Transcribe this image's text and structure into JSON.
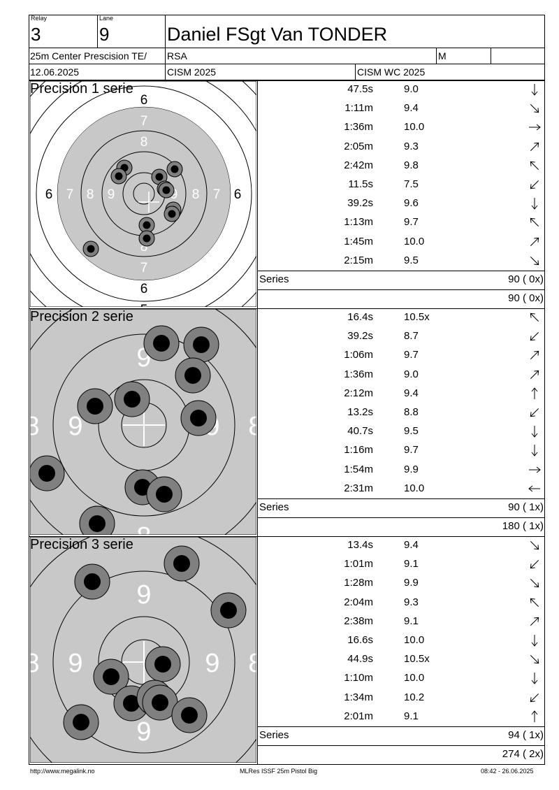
{
  "header": {
    "relay_label": "Relay",
    "relay_value": "3",
    "lane_label": "Lane",
    "lane_value": "9",
    "shooter_name": "Daniel FSgt Van TONDER",
    "event": "25m Center Prescision TE/",
    "nation": "RSA",
    "gender": "M",
    "date": "12.06.2025",
    "competition": "CISM 2025",
    "match": "CISM WC 2025"
  },
  "series": [
    {
      "title": "Precision 1 serie",
      "shots": [
        {
          "time": "47.5s",
          "score": "9.0",
          "dir": "down"
        },
        {
          "time": "1:11m",
          "score": "9.4",
          "dir": "down-right"
        },
        {
          "time": "1:36m",
          "score": "10.0",
          "dir": "right"
        },
        {
          "time": "2:05m",
          "score": "9.3",
          "dir": "up-right"
        },
        {
          "time": "2:42m",
          "score": "9.8",
          "dir": "up-left"
        },
        {
          "time": "11.5s",
          "score": "7.5",
          "dir": "down-left"
        },
        {
          "time": "39.2s",
          "score": "9.6",
          "dir": "down"
        },
        {
          "time": "1:13m",
          "score": "9.7",
          "dir": "up-left"
        },
        {
          "time": "1:45m",
          "score": "10.0",
          "dir": "up-right"
        },
        {
          "time": "2:15m",
          "score": "9.5",
          "dir": "down-right"
        }
      ],
      "series_label": "Series",
      "series_total": "90 ( 0x)",
      "running_total": "90 ( 0x)"
    },
    {
      "title": "Precision 2 serie",
      "shots": [
        {
          "time": "16.4s",
          "score": "10.5x",
          "dir": "up-left"
        },
        {
          "time": "39.2s",
          "score": "8.7",
          "dir": "down-left"
        },
        {
          "time": "1:06m",
          "score": "9.7",
          "dir": "up-right"
        },
        {
          "time": "1:36m",
          "score": "9.0",
          "dir": "up-right"
        },
        {
          "time": "2:12m",
          "score": "9.4",
          "dir": "up"
        },
        {
          "time": "13.2s",
          "score": "8.8",
          "dir": "down-left"
        },
        {
          "time": "40.7s",
          "score": "9.5",
          "dir": "down"
        },
        {
          "time": "1:16m",
          "score": "9.7",
          "dir": "down"
        },
        {
          "time": "1:54m",
          "score": "9.9",
          "dir": "right"
        },
        {
          "time": "2:31m",
          "score": "10.0",
          "dir": "left"
        }
      ],
      "series_label": "Series",
      "series_total": "90 ( 1x)",
      "running_total": "180 ( 1x)"
    },
    {
      "title": "Precision 3 serie",
      "shots": [
        {
          "time": "13.4s",
          "score": "9.4",
          "dir": "down-right"
        },
        {
          "time": "1:01m",
          "score": "9.1",
          "dir": "down-left"
        },
        {
          "time": "1:28m",
          "score": "9.9",
          "dir": "down-right"
        },
        {
          "time": "2:04m",
          "score": "9.3",
          "dir": "up-left"
        },
        {
          "time": "2:38m",
          "score": "9.1",
          "dir": "up-right"
        },
        {
          "time": "16.6s",
          "score": "10.0",
          "dir": "down"
        },
        {
          "time": "44.9s",
          "score": "10.5x",
          "dir": "down-right"
        },
        {
          "time": "1:10m",
          "score": "10.0",
          "dir": "down"
        },
        {
          "time": "1:34m",
          "score": "10.2",
          "dir": "down-left"
        },
        {
          "time": "2:01m",
          "score": "9.1",
          "dir": "up"
        }
      ],
      "series_label": "Series",
      "series_total": "94 ( 1x)",
      "running_total": "274 ( 2x)"
    }
  ],
  "targets": [
    {
      "labels": [
        "6",
        "7",
        "8",
        "9"
      ],
      "hits": [
        [
          178,
          240
        ],
        [
          170,
          252
        ],
        [
          250,
          242
        ],
        [
          228,
          253
        ],
        [
          236,
          270
        ],
        [
          238,
          272
        ],
        [
          248,
          300
        ],
        [
          246,
          306
        ],
        [
          210,
          322
        ],
        [
          210,
          341
        ],
        [
          130,
          356
        ]
      ]
    },
    {
      "labels": [
        "8",
        "9"
      ],
      "hits": [
        [
          231,
          491
        ],
        [
          288,
          493
        ],
        [
          276,
          537
        ],
        [
          136,
          581
        ],
        [
          189,
          571
        ],
        [
          284,
          598
        ],
        [
          67,
          677
        ],
        [
          204,
          697
        ],
        [
          235,
          707
        ],
        [
          139,
          749
        ]
      ]
    },
    {
      "labels": [
        "8",
        "9"
      ],
      "hits": [
        [
          132,
          832
        ],
        [
          260,
          806
        ],
        [
          327,
          873
        ],
        [
          233,
          950
        ],
        [
          159,
          968
        ],
        [
          188,
          1006
        ],
        [
          221,
          998
        ],
        [
          229,
          1005
        ],
        [
          271,
          1023
        ],
        [
          116,
          1033
        ]
      ]
    }
  ],
  "footer": {
    "url": "http://www.megalink.no",
    "program": "MLRes ISSF 25m Pistol Big",
    "timestamp": "08:42 - 26.06.2025"
  }
}
